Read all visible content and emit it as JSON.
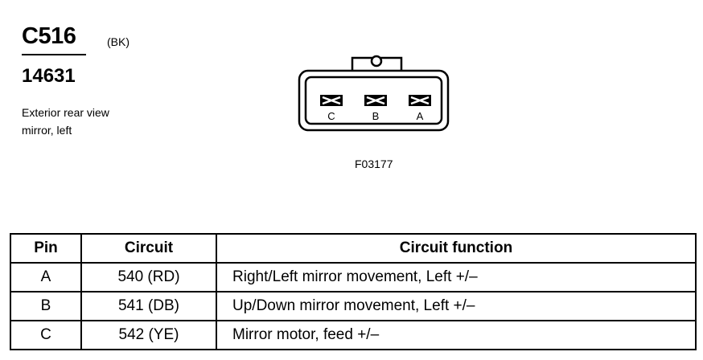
{
  "header": {
    "connector_id": "C516",
    "connector_color": "(BK)",
    "part_number": "14631",
    "description_line1": "Exterior rear view",
    "description_line2": "mirror, left"
  },
  "figure": {
    "code": "F03177",
    "pin_labels": [
      "C",
      "B",
      "A"
    ]
  },
  "table": {
    "headers": {
      "pin": "Pin",
      "circuit": "Circuit",
      "function": "Circuit function"
    },
    "rows": [
      {
        "pin": "A",
        "circuit": "540 (RD)",
        "function": "Right/Left mirror movement, Left +/–"
      },
      {
        "pin": "B",
        "circuit": "541 (DB)",
        "function": "Up/Down mirror movement, Left +/–"
      },
      {
        "pin": "C",
        "circuit": "542 (YE)",
        "function": "Mirror motor, feed +/–"
      }
    ]
  }
}
